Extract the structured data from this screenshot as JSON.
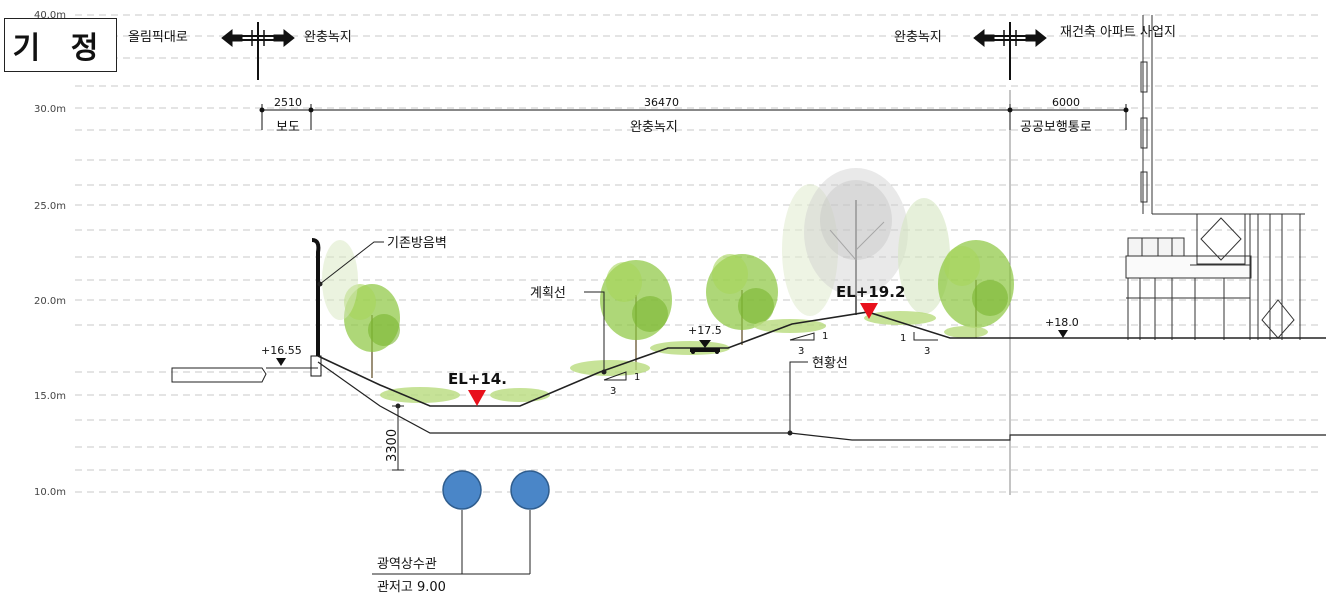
{
  "section_tag": "기 정",
  "elevation_scale": [
    "40.0m",
    "30.0m",
    "25.0m",
    "20.0m",
    "15.0m",
    "10.0m"
  ],
  "top_labels": {
    "left_road": "올림픽대로",
    "buffer_left": "완충녹지",
    "buffer_right": "완충녹지",
    "right_site": "재건축 아파트 사업지"
  },
  "dimensions": [
    {
      "value": "2510",
      "zone": "보도"
    },
    {
      "value": "36470",
      "zone": "완충녹지"
    },
    {
      "value": "6000",
      "zone": "공공보행통로"
    }
  ],
  "callouts": {
    "noise_wall": "기존방음벽",
    "plan_line": "계획선",
    "existing_line": "현황선"
  },
  "levels": {
    "left": "+16.55",
    "path": "+17.5",
    "right": "+18.0",
    "el_low": "EL+14.",
    "el_high": "EL+19.2"
  },
  "slopes": {
    "left_rise": "1",
    "left_run": "3",
    "mid_rise": "1",
    "mid_run": "3",
    "right_rise": "1",
    "right_run": "3"
  },
  "depth": "3300",
  "pipe": {
    "name": "광역상수관",
    "invert": "관저고 9.00",
    "color": "#4a86c8"
  },
  "colors": {
    "vegetation": "#8cc63f",
    "marker": "#e8101c",
    "ground": "#222222"
  }
}
